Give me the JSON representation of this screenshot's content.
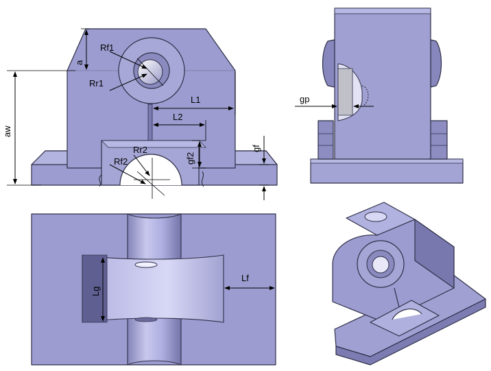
{
  "colors": {
    "body": "#9c9cd0",
    "body_light": "#b4b4e0",
    "body_dark": "#7c7cb2",
    "body_shadow": "#63638f",
    "outline": "#2e2e48",
    "bore_light": "#e6e6f6",
    "dimension": "#000000"
  },
  "labels": {
    "rf1": "Rf1",
    "rr1": "Rr1",
    "a": "a",
    "aw": "aw",
    "l1": "L1",
    "l2": "L2",
    "rr2": "Rr2",
    "rf2": "Rf2",
    "gf2": "gf2",
    "gf": "gf",
    "gp": "gp",
    "lg": "Lg",
    "lf": "Lf"
  }
}
